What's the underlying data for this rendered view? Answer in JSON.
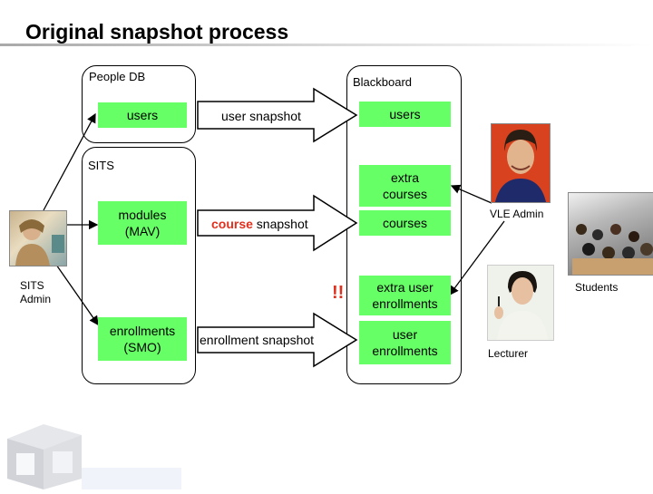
{
  "title": "Original snapshot process",
  "panels": {
    "people_db": "People DB",
    "blackboard": "Blackboard",
    "sits": "SITS"
  },
  "boxes": {
    "pdb_users": "users",
    "bb_users": "users",
    "modules_line1": "modules",
    "modules_line2": "(MAV)",
    "enroll_line1": "enrollments",
    "enroll_line2": "(SMO)",
    "extra_courses_line1": "extra",
    "extra_courses_line2": "courses",
    "courses": "courses",
    "extra_enroll_line1": "extra user",
    "extra_enroll_line2": "enrollments",
    "user_enroll_line1": "user",
    "user_enroll_line2": "enrollments"
  },
  "arrows": {
    "user_snapshot": "user snapshot",
    "course_word": "course",
    "course_rest": " snapshot",
    "enrollment_snapshot": "enrollment snapshot"
  },
  "warning": "!!",
  "actors": {
    "sits_admin_line1": "SITS",
    "sits_admin_line2": "Admin",
    "vle_admin": "VLE Admin",
    "students": "Students",
    "lecturer": "Lecturer"
  },
  "colors": {
    "box_green": "#66ff66",
    "arrow_fill": "#ffffff",
    "highlight_red": "#e0301e"
  }
}
